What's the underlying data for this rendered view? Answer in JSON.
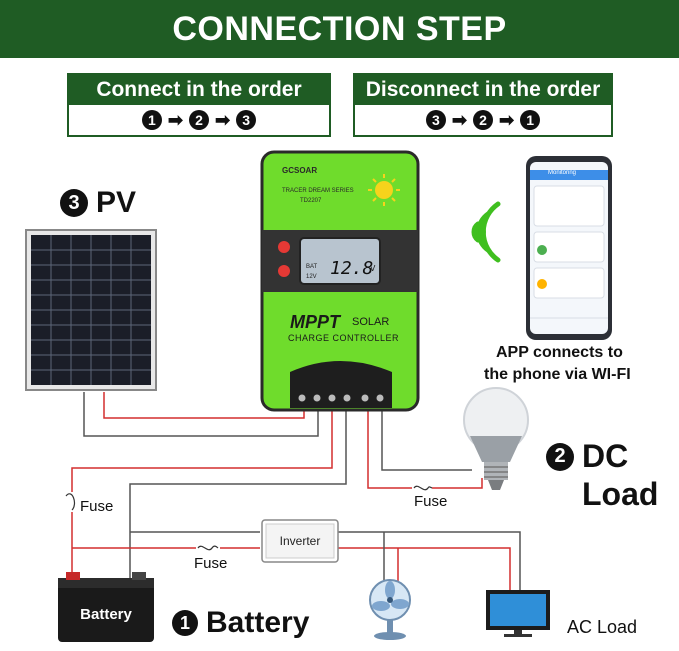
{
  "banner": {
    "title": "CONNECTION STEP"
  },
  "connect_order": {
    "title": "Connect in the order",
    "steps": [
      "1",
      "2",
      "3"
    ]
  },
  "disconnect_order": {
    "title": "Disconnect in the order",
    "steps": [
      "3",
      "2",
      "1"
    ]
  },
  "pv": {
    "number": "3",
    "label": "PV"
  },
  "controller": {
    "brand": "GCSOAR",
    "series": "TRACER DREAM SERIES",
    "model": "TD2207",
    "display_value": "12.8",
    "display_unit": "V",
    "bat_label": "BAT",
    "volt_label": "12V",
    "mppt": "MPPT",
    "solar": "SOLAR",
    "subtitle": "CHARGE CONTROLLER"
  },
  "app": {
    "caption_line1": "APP connects to",
    "caption_line2": "the phone via WI-FI",
    "screen_title": "Monitoring"
  },
  "dc_load": {
    "number": "2",
    "label_line1": "DC",
    "label_line2": "Load"
  },
  "fuses": {
    "left": "Fuse",
    "middle": "Fuse",
    "right": "Fuse"
  },
  "inverter": {
    "label": "Inverter"
  },
  "battery": {
    "number": "1",
    "label": "Battery",
    "case_label": "Battery"
  },
  "ac_load": {
    "label": "AC Load"
  },
  "colors": {
    "brand_green": "#1f5c24",
    "controller_green": "#6fdc2c",
    "wire_red": "#d32f2f",
    "wire_gray": "#555555"
  }
}
